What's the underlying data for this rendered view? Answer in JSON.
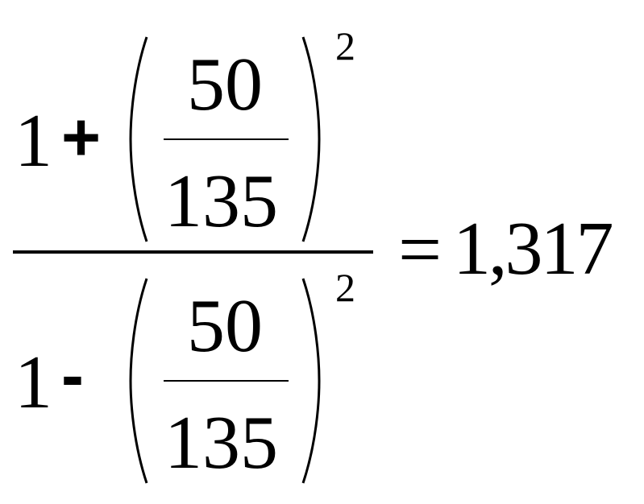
{
  "equation": {
    "numerator": {
      "lead": "1",
      "operator": "+",
      "fraction_numerator": "50",
      "fraction_denominator": "135",
      "exponent": "2"
    },
    "denominator": {
      "lead": "1",
      "operator": "-",
      "fraction_numerator": "50",
      "fraction_denominator": "135",
      "exponent": "2"
    },
    "equals": "=",
    "result": "1,317"
  }
}
